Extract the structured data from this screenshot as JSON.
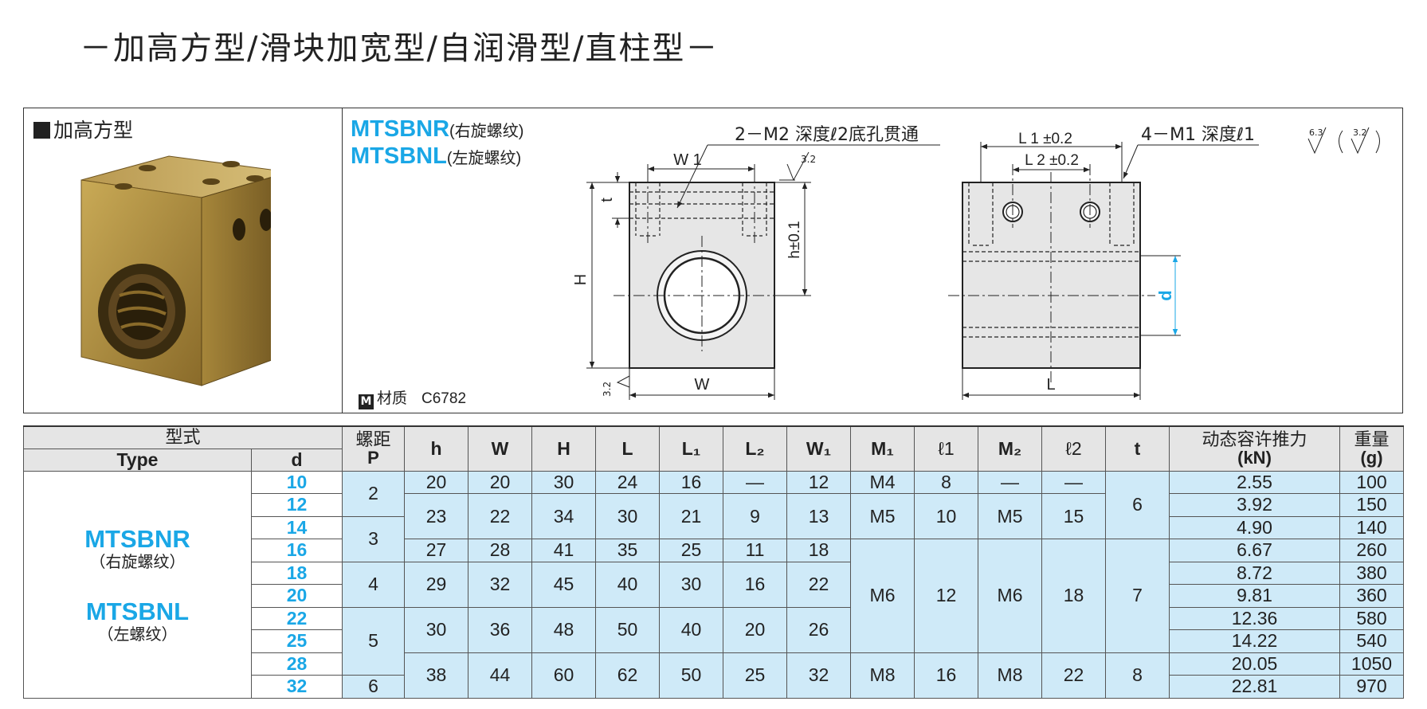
{
  "title": "－加高方型/滑块加宽型/自润滑型/直柱型－",
  "section": {
    "label": "加高方型",
    "models": [
      {
        "code": "MTSBNR",
        "thread": "(右旋螺纹)"
      },
      {
        "code": "MTSBNL",
        "thread": "(左旋螺纹)"
      }
    ],
    "material_label": "材质",
    "material_code": "C6782",
    "material_icon": "M"
  },
  "drawing": {
    "front_note": "2－M2  深度ℓ2底孔贯通",
    "side_note": "4－M1  深度ℓ1",
    "roughness_main": "6.3",
    "roughness_paren": "3.2",
    "roughness_top": "3.2",
    "roughness_bottom": "3.2",
    "dims": {
      "W1": "W 1",
      "t": "t",
      "H": "H",
      "h": "h±0.1",
      "W": "W",
      "L1": "L 1 ±0.2",
      "L2": "L 2 ±0.2",
      "d": "d",
      "L": "L"
    }
  },
  "table": {
    "head": {
      "type_group": "型式",
      "type": "Type",
      "d": "d",
      "pitch_cn": "螺距",
      "pitch": "P",
      "cols": [
        "h",
        "W",
        "H",
        "L",
        "L₁",
        "L₂",
        "W₁",
        "M₁",
        "ℓ1",
        "M₂",
        "ℓ2",
        "t"
      ],
      "thrust_cn": "动态容许推力",
      "thrust_unit": "(kN)",
      "weight_cn": "重量",
      "weight_unit": "(g)"
    },
    "type_names": [
      {
        "code": "MTSBNR",
        "thread": "（右旋螺纹）"
      },
      {
        "code": "MTSBNL",
        "thread": "（左螺纹）"
      }
    ],
    "d": [
      "10",
      "12",
      "14",
      "16",
      "18",
      "20",
      "22",
      "25",
      "28",
      "32"
    ],
    "pitch": [
      "2",
      "3",
      "4",
      "5",
      "6"
    ],
    "r1": {
      "h": "20",
      "W": "20",
      "H": "30",
      "L": "24",
      "L1": "16",
      "L2": "—",
      "W1": "12",
      "M1": "M4",
      "l1": "8",
      "M2": "—",
      "l2": "—"
    },
    "r23": {
      "h": "23",
      "W": "22",
      "H": "34",
      "L": "30",
      "L1": "21",
      "L2": "9",
      "W1": "13",
      "M1": "M5",
      "l1": "10",
      "M2": "M5",
      "l2": "15"
    },
    "r4": {
      "h": "27",
      "W": "28",
      "H": "41",
      "L": "35",
      "L1": "25",
      "L2": "11",
      "W1": "18"
    },
    "r56": {
      "h": "29",
      "W": "32",
      "H": "45",
      "L": "40",
      "L1": "30",
      "L2": "16",
      "W1": "22"
    },
    "r78": {
      "h": "30",
      "W": "36",
      "H": "48",
      "L": "50",
      "L1": "40",
      "L2": "20",
      "W1": "26"
    },
    "r910": {
      "h": "38",
      "W": "44",
      "H": "60",
      "L": "62",
      "L1": "50",
      "L2": "25",
      "W1": "32",
      "M1": "M8",
      "l1": "16",
      "M2": "M8",
      "l2": "22"
    },
    "m6": {
      "M1": "M6",
      "l1": "12",
      "M2": "M6",
      "l2": "18"
    },
    "t": [
      "6",
      "7",
      "8"
    ],
    "thrust": [
      "2.55",
      "3.92",
      "4.90",
      "6.67",
      "8.72",
      "9.81",
      "12.36",
      "14.22",
      "20.05",
      "22.81"
    ],
    "weight": [
      "100",
      "150",
      "140",
      "260",
      "380",
      "360",
      "580",
      "540",
      "1050",
      "970"
    ]
  }
}
